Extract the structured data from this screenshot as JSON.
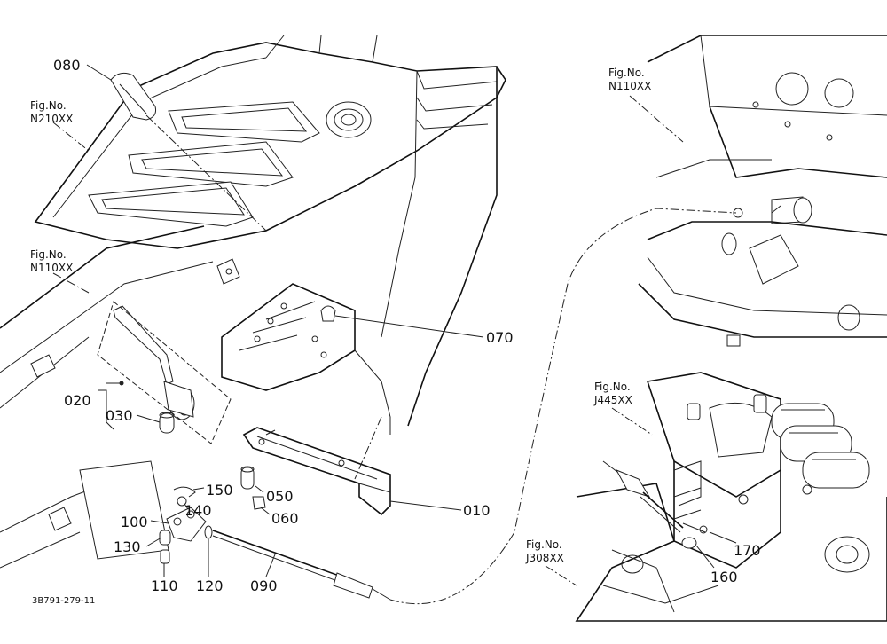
{
  "figure": {
    "code": "3B791-279-11",
    "parts": [
      {
        "num": "010"
      },
      {
        "num": "020"
      },
      {
        "num": "030"
      },
      {
        "num": "050"
      },
      {
        "num": "060"
      },
      {
        "num": "070"
      },
      {
        "num": "080"
      },
      {
        "num": "090"
      },
      {
        "num": "100"
      },
      {
        "num": "110"
      },
      {
        "num": "120"
      },
      {
        "num": "130"
      },
      {
        "num": "140"
      },
      {
        "num": "150"
      },
      {
        "num": "160"
      },
      {
        "num": "170"
      }
    ],
    "refs": [
      {
        "label": "Fig.No.",
        "code": "N210XX"
      },
      {
        "label": "Fig.No.",
        "code": "N110XX"
      },
      {
        "label": "Fig.No.",
        "code": "N110XX"
      },
      {
        "label": "Fig.No.",
        "code": "J445XX"
      },
      {
        "label": "Fig.No.",
        "code": "J308XX"
      }
    ]
  }
}
